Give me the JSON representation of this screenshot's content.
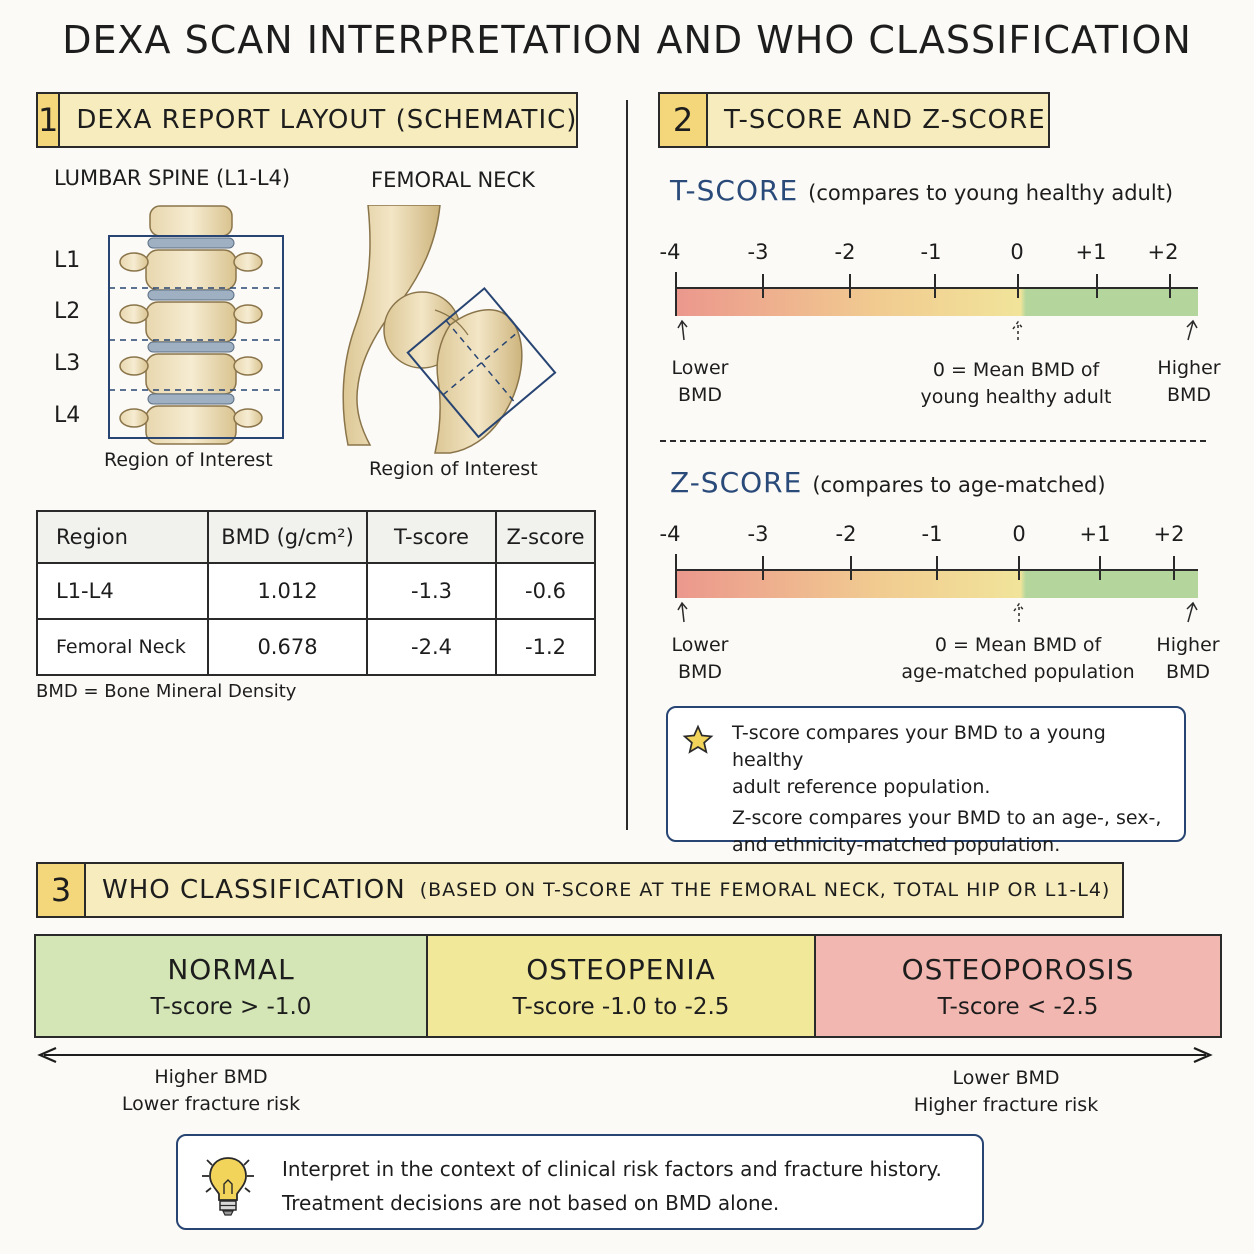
{
  "title": "DEXA SCAN INTERPRETATION AND WHO CLASSIFICATION",
  "section1": {
    "number": "1",
    "title": "DEXA REPORT LAYOUT (SCHEMATIC)",
    "spine_label": "LUMBAR SPINE (L1-L4)",
    "femoral_label": "FEMORAL NECK",
    "vertebrae": [
      "L1",
      "L2",
      "L3",
      "L4"
    ],
    "roi_spine": "Region of Interest",
    "roi_femur": "Region of Interest",
    "table": {
      "headers": [
        "Region",
        "BMD (g/cm²)",
        "T-score",
        "Z-score"
      ],
      "rows": [
        [
          "L1-L4",
          "1.012",
          "-1.3",
          "-0.6"
        ],
        [
          "Femoral Neck",
          "0.678",
          "-2.4",
          "-1.2"
        ]
      ]
    },
    "footnote": "BMD = Bone Mineral Density"
  },
  "section2": {
    "number": "2",
    "title": "T-SCORE AND Z-SCORE",
    "tscore": {
      "title": "T-SCORE",
      "compare": "(compares to young healthy adult)",
      "ticks": [
        "-4",
        "-3",
        "-2",
        "-1",
        "0",
        "+1",
        "+2"
      ],
      "lower_label": [
        "Lower",
        "BMD"
      ],
      "mean_label": [
        "0 = Mean BMD of",
        "young healthy adult"
      ],
      "higher_label": [
        "Higher",
        "BMD"
      ]
    },
    "zscore": {
      "title": "Z-SCORE",
      "compare": "(compares to age-matched)",
      "ticks": [
        "-4",
        "-3",
        "-2",
        "-1",
        "0",
        "+1",
        "+2"
      ],
      "lower_label": [
        "Lower",
        "BMD"
      ],
      "mean_label": [
        "0 = Mean BMD of",
        "age-matched population"
      ],
      "higher_label": [
        "Higher",
        "BMD"
      ]
    },
    "note": {
      "icon": "star-icon",
      "line1": "T-score compares your BMD to a young healthy",
      "line2": "adult reference population.",
      "line3": "Z-score compares your BMD to an age-, sex-,",
      "line4": "and ethnicity-matched population."
    }
  },
  "section3": {
    "number": "3",
    "title": "WHO CLASSIFICATION",
    "subtitle": "(BASED ON T-SCORE AT THE FEMORAL NECK, TOTAL HIP OR L1-L4)",
    "categories": [
      {
        "name": "NORMAL",
        "range": "T-score > -1.0",
        "color": "#d4e6b5"
      },
      {
        "name": "OSTEOPENIA",
        "range": "T-score -1.0 to -2.5",
        "color": "#f1e89a"
      },
      {
        "name": "OSTEOPOROSIS",
        "range": "T-score < -2.5",
        "color": "#f2b7b0"
      }
    ],
    "left_label": [
      "Higher BMD",
      "Lower fracture risk"
    ],
    "right_label": [
      "Lower BMD",
      "Higher fracture risk"
    ],
    "tip": {
      "icon": "lightbulb-icon",
      "line1": "Interpret in the context of clinical risk factors and fracture history.",
      "line2": "Treatment decisions are not based on BMD alone."
    }
  },
  "colors": {
    "accent_blue": "#274472",
    "header_fill": "#f6ecbd",
    "number_fill": "#f3d77a",
    "scale_red": "#e9867a",
    "scale_yellow": "#efe08a",
    "scale_green": "#a8d08d"
  }
}
